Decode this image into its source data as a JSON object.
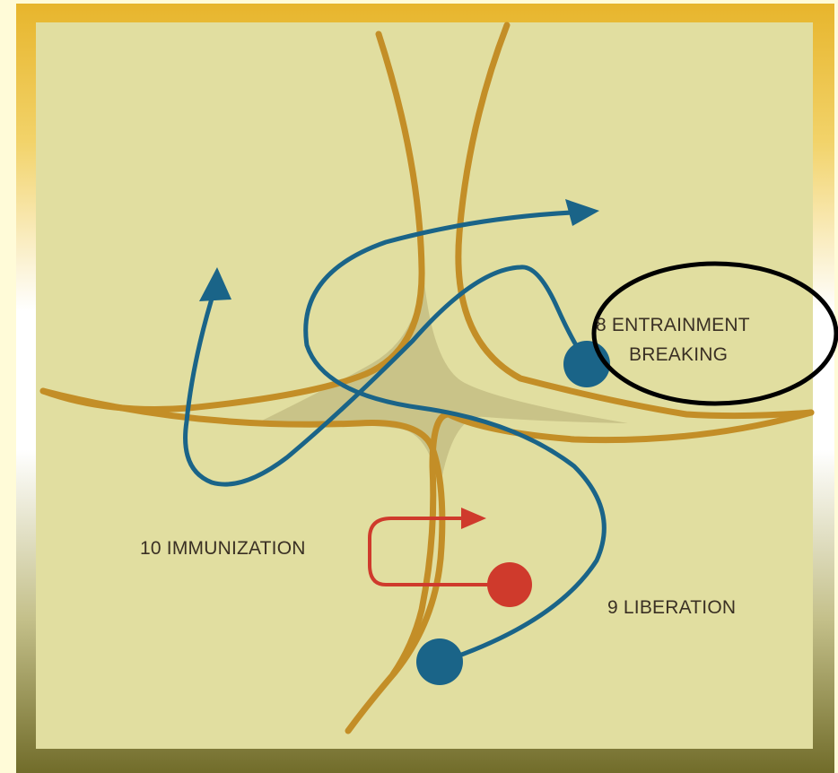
{
  "labels": {
    "entrainment_line1": "8 ENTRAINMENT",
    "entrainment_line2": "BREAKING",
    "immunization": "10 IMMUNIZATION",
    "liberation": "9 LIBERATION"
  },
  "colors": {
    "frame_top": "#e7b52c",
    "frame_bottom": "#7b7830",
    "panel": "#e1dea0",
    "separatrix": "#c38e27",
    "basin_fill": "#c9c388",
    "blue_path": "#1a6488",
    "red_path": "#cf3a2c",
    "highlight_ellipse": "#000000",
    "text": "#3a3024"
  },
  "icons": {
    "start_dot": "filled-circle",
    "arrowhead": "triangle-arrowhead"
  }
}
